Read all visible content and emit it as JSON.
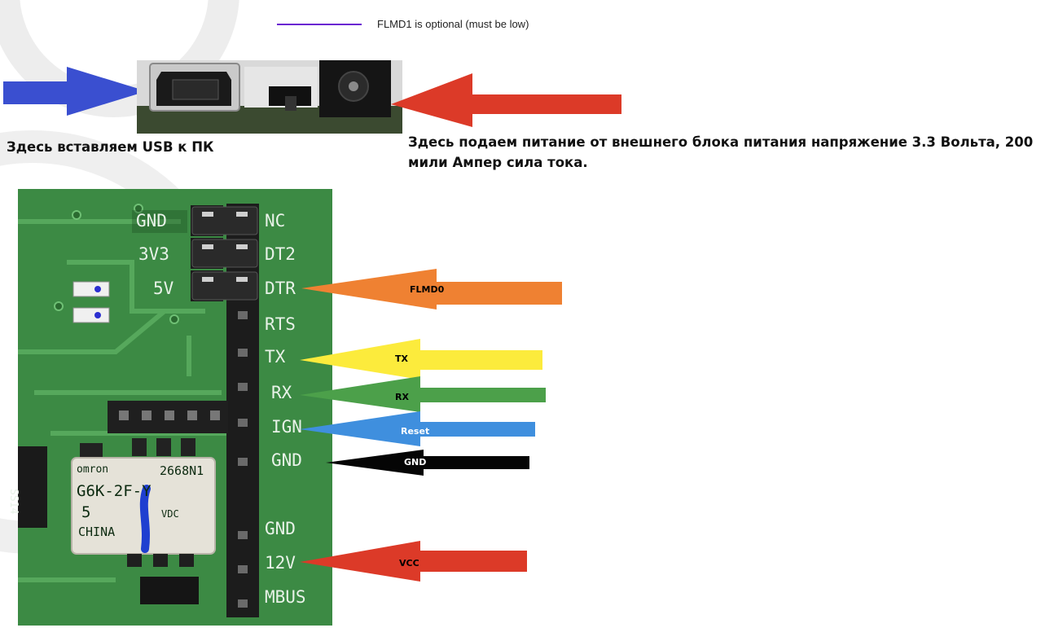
{
  "legend": {
    "text": "FLMD1 is optional (must be low)",
    "line_color": "#6a1fd1"
  },
  "captions": {
    "usb": "Здесь вставляем USB к ПК",
    "power": "Здесь подаем питание от внешнего блока питания напряжение 3.3 Вольта, 200 мили Ампер сила тока."
  },
  "board": {
    "left_pins": [
      "GND",
      "3V3",
      "5V"
    ],
    "right_pins": [
      "NC",
      "DT2",
      "DTR",
      "RTS",
      "TX",
      "RX",
      "IGN",
      "GND",
      "GND",
      "12V",
      "MBUS"
    ],
    "relay": {
      "brand": "omron",
      "code": "2668N1",
      "model": "G6K-2F-Y",
      "voltage": "5",
      "unit": "VDC",
      "origin": "CHINA"
    },
    "chip_marking": "SS14"
  },
  "arrows": [
    {
      "pin": "DTR",
      "label": "FLMD0",
      "color": "#ef8132",
      "text_color": "#000000"
    },
    {
      "pin": "TX",
      "label": "TX",
      "color": "#fceb3c",
      "text_color": "#000000"
    },
    {
      "pin": "RX",
      "label": "RX",
      "color": "#4ca04a",
      "text_color": "#000000"
    },
    {
      "pin": "IGN",
      "label": "Reset",
      "color": "#3f8fde",
      "text_color": "#ffffff"
    },
    {
      "pin": "GND",
      "label": "GND",
      "color": "#050505",
      "text_color": "#ffffff"
    },
    {
      "pin": "12V",
      "label": "VCC",
      "color": "#dc3a28",
      "text_color": "#000000"
    }
  ],
  "usb_arrow_color": "#3a4fd0",
  "power_arrow_color": "#dc3a28"
}
